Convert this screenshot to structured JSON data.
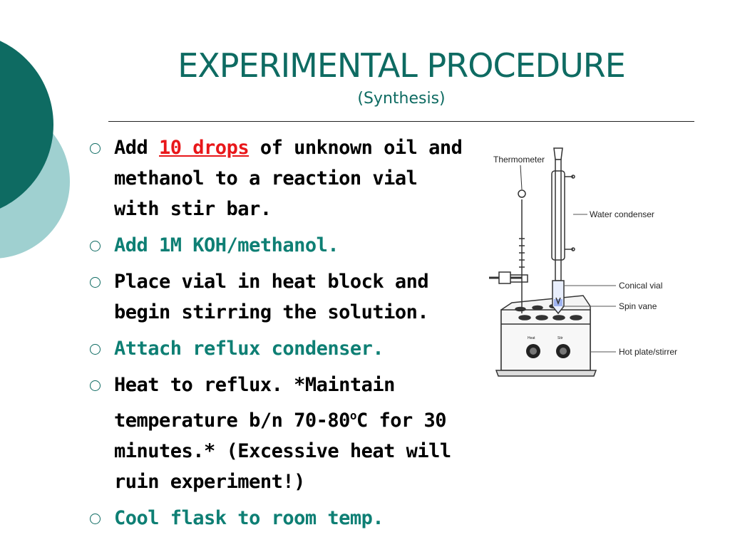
{
  "slide": {
    "title": "EXPERIMENTAL PROCEDURE",
    "subtitle": "(Synthesis)",
    "colors": {
      "title": "#0e6b62",
      "teal_text": "#0e7f74",
      "highlight": "#e8171a",
      "deco_dark": "#0e6b62",
      "deco_light": "#9fd0d0"
    }
  },
  "steps": [
    {
      "pre": "Add ",
      "highlight": "10 drops",
      "post": " of unknown oil and methanol to a reaction vial with stir bar.",
      "color": "black"
    },
    {
      "text": "Add 1M KOH/methanol.",
      "color": "teal"
    },
    {
      "text": "Place vial in heat block and begin stirring the solution.",
      "color": "black"
    },
    {
      "text": "Attach reflux condenser.",
      "color": "teal"
    },
    {
      "pre": "Heat to reflux.  *Maintain temperature b/n 70-80",
      "sup": "o",
      "post": "C for 30 minutes.* (Excessive heat will ruin experiment!)",
      "color": "black"
    },
    {
      "text": "Cool flask to room temp.",
      "color": "teal"
    }
  ],
  "diagram": {
    "labels": {
      "thermometer": "Thermometer",
      "water_condenser": "Water condenser",
      "conical_vial": "Conical vial",
      "spin_vane": "Spin vane",
      "hot_plate": "Hot plate/stirrer",
      "knob_heat": "Heat",
      "knob_stir": "Stir"
    }
  }
}
